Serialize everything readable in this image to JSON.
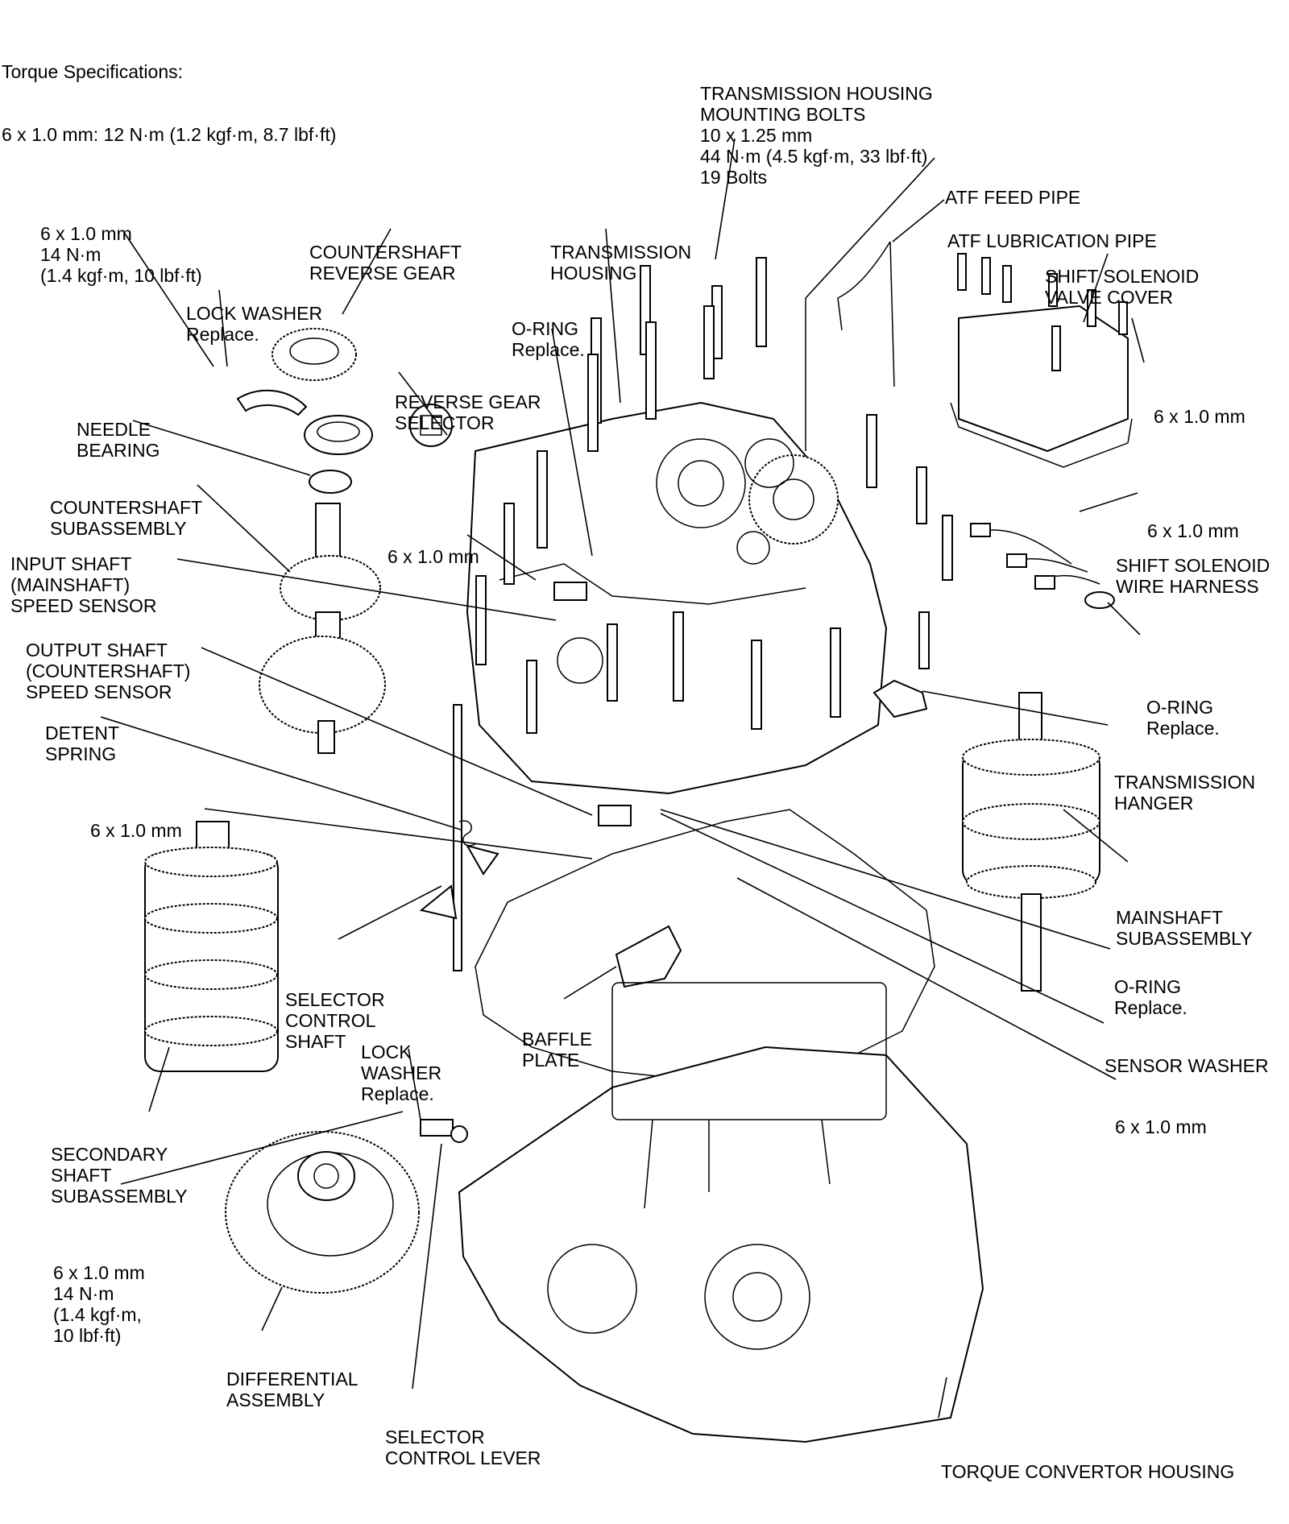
{
  "torque_spec": {
    "title": "Torque Specifications:",
    "value": "6 x 1.0 mm: 12 N·m (1.2 kgf·m, 8.7 lbf·ft)"
  },
  "labels": [
    {
      "id": "housing-bolts",
      "lines": [
        "TRANSMISSION HOUSING",
        "MOUNTING BOLTS",
        "10 x 1.25 mm",
        "44 N·m (4.5 kgf·m, 33 lbf·ft)",
        "19 Bolts"
      ]
    },
    {
      "id": "atf-feed-pipe",
      "lines": [
        "ATF FEED PIPE"
      ]
    },
    {
      "id": "atf-lube-pipe",
      "lines": [
        "ATF LUBRICATION PIPE"
      ]
    },
    {
      "id": "solenoid-cover",
      "lines": [
        "SHIFT SOLENOID",
        "VALVE COVER"
      ]
    },
    {
      "id": "bolt-cover",
      "lines": [
        "6 x 1.0 mm"
      ]
    },
    {
      "id": "bolt-harness",
      "lines": [
        "6 x 1.0 mm"
      ]
    },
    {
      "id": "solenoid-harness",
      "lines": [
        "SHIFT SOLENOID",
        "WIRE HARNESS"
      ]
    },
    {
      "id": "oring-harness",
      "lines": [
        "O-RING",
        "Replace."
      ]
    },
    {
      "id": "hanger",
      "lines": [
        "TRANSMISSION",
        "HANGER"
      ]
    },
    {
      "id": "mainshaft-sub",
      "lines": [
        "MAINSHAFT",
        "SUBASSEMBLY"
      ]
    },
    {
      "id": "oring-sensor",
      "lines": [
        "O-RING",
        "Replace."
      ]
    },
    {
      "id": "sensor-washer",
      "lines": [
        "SENSOR WASHER"
      ]
    },
    {
      "id": "bolt-lower-right",
      "lines": [
        "6 x 1.0 mm"
      ]
    },
    {
      "id": "converter-housing",
      "lines": [
        "TORQUE CONVERTOR HOUSING"
      ]
    },
    {
      "id": "bolt-top-left",
      "lines": [
        "6 x 1.0 mm",
        "14 N·m",
        "(1.4 kgf·m, 10 lbf·ft)"
      ]
    },
    {
      "id": "cs-reverse-gear",
      "lines": [
        "COUNTERSHAFT",
        "REVERSE GEAR"
      ]
    },
    {
      "id": "lock-washer-top",
      "lines": [
        "LOCK WASHER",
        "Replace."
      ]
    },
    {
      "id": "trans-housing",
      "lines": [
        "TRANSMISSION",
        "HOUSING"
      ]
    },
    {
      "id": "oring-top",
      "lines": [
        "O-RING",
        "Replace."
      ]
    },
    {
      "id": "reverse-selector",
      "lines": [
        "REVERSE GEAR",
        "SELECTOR"
      ]
    },
    {
      "id": "needle-bearing",
      "lines": [
        "NEEDLE",
        "BEARING"
      ]
    },
    {
      "id": "cs-subassembly",
      "lines": [
        "COUNTERSHAFT",
        "SUBASSEMBLY"
      ]
    },
    {
      "id": "input-sensor",
      "lines": [
        "INPUT SHAFT",
        "(MAINSHAFT)",
        "SPEED SENSOR"
      ]
    },
    {
      "id": "bolt-mid",
      "lines": [
        "6 x 1.0 mm"
      ]
    },
    {
      "id": "output-sensor",
      "lines": [
        "OUTPUT SHAFT",
        "(COUNTERSHAFT)",
        "SPEED SENSOR"
      ]
    },
    {
      "id": "detent-spring",
      "lines": [
        "DETENT",
        "SPRING"
      ]
    },
    {
      "id": "bolt-left",
      "lines": [
        "6 x 1.0 mm"
      ]
    },
    {
      "id": "selector-shaft",
      "lines": [
        "SELECTOR",
        "CONTROL",
        "SHAFT"
      ]
    },
    {
      "id": "lock-washer-low",
      "lines": [
        "LOCK",
        "WASHER",
        "Replace."
      ]
    },
    {
      "id": "baffle-plate",
      "lines": [
        "BAFFLE",
        "PLATE"
      ]
    },
    {
      "id": "secondary-sub",
      "lines": [
        "SECONDARY",
        "SHAFT",
        "SUBASSEMBLY"
      ]
    },
    {
      "id": "bolt-bottom-left",
      "lines": [
        "6 x 1.0 mm",
        "14 N·m",
        "(1.4 kgf·m,",
        "10 lbf·ft)"
      ]
    },
    {
      "id": "differential",
      "lines": [
        "DIFFERENTIAL",
        "ASSEMBLY"
      ]
    },
    {
      "id": "selector-lever",
      "lines": [
        "SELECTOR",
        "CONTROL LEVER"
      ]
    }
  ]
}
